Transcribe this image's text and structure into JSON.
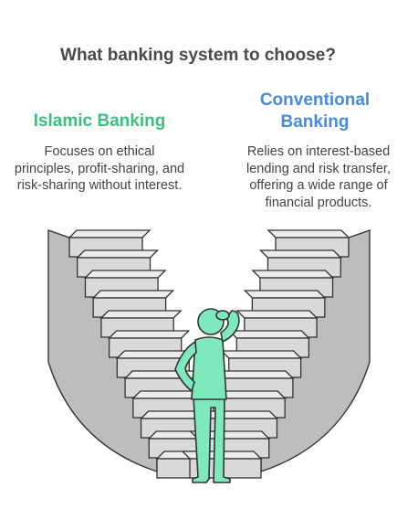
{
  "title": "What banking system to choose?",
  "left": {
    "heading": "Islamic Banking",
    "description": "Focuses on ethical principles, profit-sharing, and risk-sharing without interest.",
    "color": "#3fbf7f"
  },
  "right": {
    "heading_line1": "Conventional",
    "heading_line2": "Banking",
    "description": "Relies on interest-based lending and risk transfer, offering a wide range of financial products.",
    "color": "#4a8be0"
  },
  "colors": {
    "stair_face": "#d9d9d9",
    "stair_tread": "#ececec",
    "stair_wall": "#bdbdbd",
    "outline": "#333333",
    "person": "#7eeabb",
    "title_text": "#4a4a4a",
    "body_text": "#444444"
  },
  "icons": [
    "left-staircase",
    "right-staircase",
    "confused-person-icon"
  ]
}
